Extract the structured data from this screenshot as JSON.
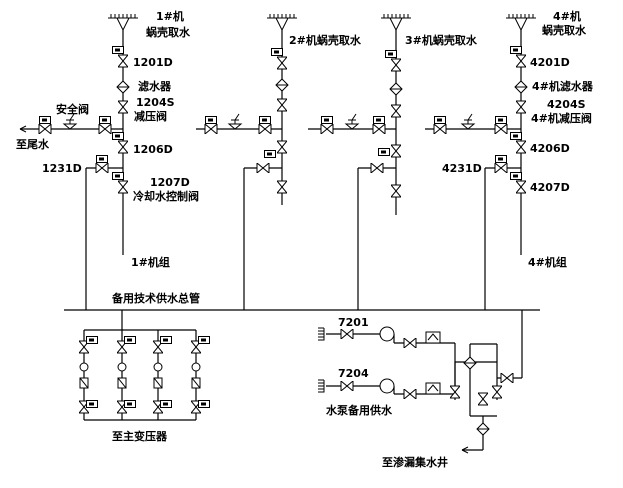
{
  "unit1": {
    "intake_label_line1": "1#机",
    "intake_label_line2": "蜗壳取水",
    "valve_1201": "1201D",
    "filter_label": "滤水器",
    "valve_1204": "1204S",
    "reducer_label": "减压阀",
    "safety_valve_label": "安全阀",
    "to_tailwater_label": "至尾水",
    "valve_1206": "1206D",
    "valve_1231": "1231D",
    "valve_1207": "1207D",
    "cooling_valve_label": "冷却水控制阀",
    "unit_label": "1#机组"
  },
  "unit2": {
    "intake_label": "2#机蜗壳取水"
  },
  "unit3": {
    "intake_label": "3#机蜗壳取水"
  },
  "unit4": {
    "intake_label_line1": "4#机",
    "intake_label_line2": "蜗壳取水",
    "valve_4201": "4201D",
    "filter_label": "4#机滤水器",
    "valve_4204": "4204S",
    "reducer_label": "4#机减压阀",
    "valve_4206": "4206D",
    "valve_4231": "4231D",
    "valve_4207": "4207D",
    "unit_label": "4#机组"
  },
  "header_label": "备用技术供水总管",
  "transformer_label": "至主变压器",
  "pump": {
    "valve_7201": "7201",
    "valve_7204": "7204",
    "backup_label": "水泵备用供水",
    "drain_label": "至渗漏集水井"
  }
}
